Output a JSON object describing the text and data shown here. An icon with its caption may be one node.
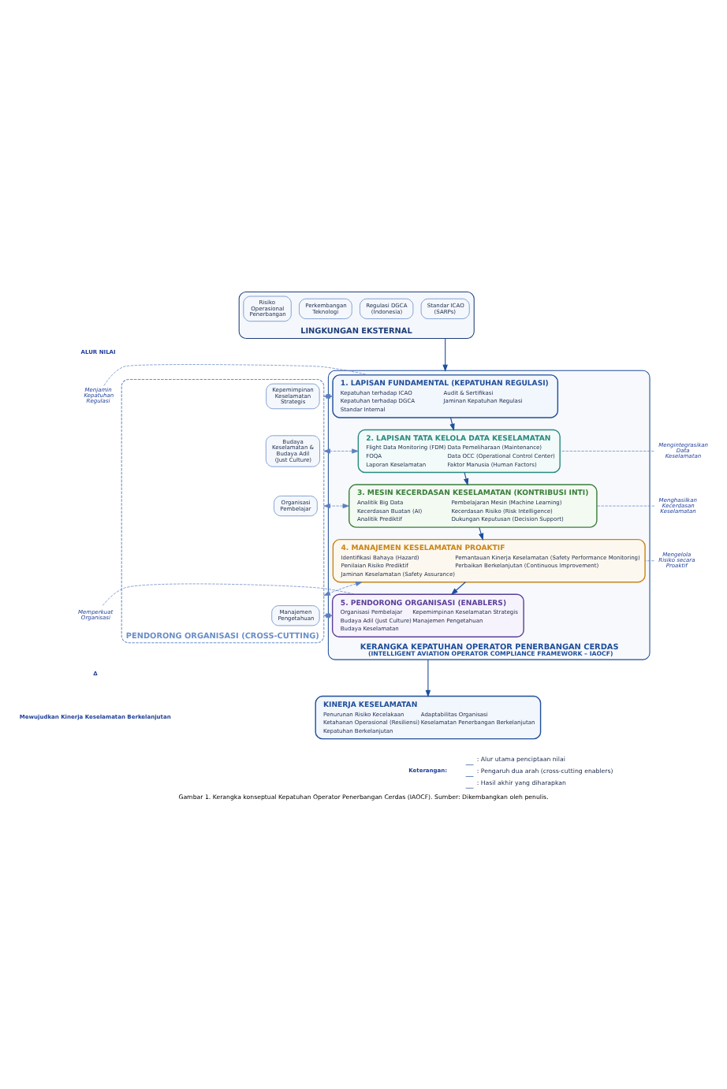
{
  "diagram": {
    "caption": "Gambar 1. Kerangka konseptual Kepatuhan Operator Penerbangan Cerdas (IAOCF). Sumber: Dikembangkan oleh penulis.",
    "nodes": [
      {
        "text": [
          "LINGKUNGAN EKSTERNAL"
        ]
      },
      {
        "text": [
          "Standar ICAO (SARPs)"
        ],
        "in": 0
      },
      {
        "text": [
          "Regulasi DGCA (Indonesia)"
        ],
        "in": 0
      },
      {
        "text": [
          "Perkembangan Teknologi"
        ],
        "in": 0
      },
      {
        "text": [
          "Risiko Operasional Penerbangan"
        ],
        "in": 0
      },
      {
        "text": [
          "KERANGKA KEPATUHAN OPERATOR PENERBANGAN CERDAS",
          "(INTELLIGENT AVIATION OPERATOR COMPLIANCE FRAMEWORK – IAOCF)"
        ]
      },
      {
        "text": [
          "1. LAPISAN FUNDAMENTAL (KEPATUHAN REGULASI)",
          "Kepatuhan terhadap ICAO",
          "Audit & Sertifikasi",
          "Kepatuhan terhadap DGCA",
          "Jaminan Kepatuhan Regulasi",
          "Standar Internal"
        ],
        "in": 5
      },
      {
        "text": [
          "2. LAPISAN TATA KELOLA DATA KESELAMATAN",
          "Flight Data Monitoring (FDM)",
          "Data Pemeliharaan (Maintenance)",
          "FOQA",
          "Data OCC (Operational Control Center)",
          "Laporan Keselamatan",
          "Faktor Manusia (Human Factors)"
        ],
        "in": 5
      },
      {
        "text": [
          "3. MESIN KECERDASAN KESELAMATAN (KONTRIBUSI INTI)",
          "Analitik Big Data",
          "Pembelajaran Mesin (Machine Learning)",
          "Kecerdasan Buatan (AI)",
          "Kecerdasan Risiko (Risk Intelligence)",
          "Analitik Prediktif",
          "Dukungan Keputusan (Decision Support)"
        ],
        "in": 5
      },
      {
        "text": [
          "4. MANAJEMEN KESELAMATAN PROAKTIF",
          "Identifikasi Bahaya (Hazard)",
          "Pemantauan Kinerja Keselamatan (Safety Performance Monitoring)",
          "Penilaian Risiko Prediktif",
          "Perbaikan Berkelanjutan (Continuous Improvement)",
          "Jaminan Keselamatan (Safety Assurance)"
        ],
        "in": 5
      },
      {
        "text": [
          "5. PENDORONG ORGANISASI (ENABLERS)",
          "Organisasi Pembelajar",
          "Kepemimpinan Keselamatan Strategis",
          "Budaya Adil (Just Culture)",
          "Manajemen Pengetahuan",
          "Budaya Keselamatan"
        ],
        "in": 5
      },
      {
        "text": [
          "PENDORONG ORGANISASI (CROSS-CUTTING)"
        ]
      },
      {
        "text": [
          "Kepemimpinan Keselamatan Strategis"
        ],
        "in": 11
      },
      {
        "text": [
          "Budaya Keselamatan & Budaya Adil (Just Culture)"
        ],
        "in": 11
      },
      {
        "text": [
          "Organisasi Pembelajar"
        ],
        "in": 11
      },
      {
        "text": [
          "Manajemen Pengetahuan"
        ],
        "in": 11
      },
      {
        "text": [
          "KINERJA KESELAMATAN",
          "Penurunan Risiko Kecelakaan",
          "Adaptabilitas Organisasi",
          "Ketahanan Operasional (Resiliensi)",
          "Keselamatan Penerbangan Berkelanjutan",
          "Kepatuhan Berkelanjutan"
        ]
      },
      {
        "text": [
          "Menjamin Kepatuhan Regulasi"
        ]
      },
      {
        "text": [
          "Mengintegrasikan Data Keselamatan"
        ]
      },
      {
        "text": [
          "Menghasilkan Kecerdasan Keselamatan"
        ]
      },
      {
        "text": [
          "Mengelola Risiko secara Proaktif"
        ]
      },
      {
        "text": [
          "Memperkuat Organisasi"
        ]
      }
    ],
    "edges": [
      {
        "from": 0,
        "to": 5,
        "arrow": "to"
      },
      {
        "from": 6,
        "to": 7,
        "arrow": "to"
      },
      {
        "from": 7,
        "to": 8,
        "arrow": "to"
      },
      {
        "from": 8,
        "to": 9,
        "arrow": "to"
      },
      {
        "from": 9,
        "to": 10,
        "arrow": "to"
      },
      {
        "from": 5,
        "to": 16,
        "arrow": "to"
      },
      {
        "from": 6,
        "to": 11,
        "arrow": "both",
        "style": "dashed"
      },
      {
        "from": 7,
        "to": 11,
        "arrow": "both",
        "style": "dashed"
      },
      {
        "from": 8,
        "to": 11,
        "arrow": "both",
        "style": "dashed"
      },
      {
        "from": 9,
        "to": 11,
        "arrow": "both",
        "style": "dashed"
      },
      {
        "from": 10,
        "to": 11,
        "arrow": "both",
        "style": "dashed"
      },
      {
        "from": 17,
        "to": 6,
        "arrow": "none",
        "style": "dashed"
      },
      {
        "from": 18,
        "to": 7,
        "arrow": "none",
        "style": "dashed"
      },
      {
        "from": 19,
        "to": 8,
        "arrow": "none",
        "style": "dashed"
      },
      {
        "from": 20,
        "to": 9,
        "arrow": "none",
        "style": "dashed"
      },
      {
        "from": 21,
        "to": 10,
        "arrow": "none",
        "style": "dashed"
      }
    ],
    "labels": [
      "ALUR NILAI",
      "Δ",
      "Mewujudkan Kinerja Keselamatan Berkelanjutan",
      "Keterangan:"
    ],
    "legend": [
      {
        "text": ": Alur utama penciptaan nilai"
      },
      {
        "text": ": Pengaruh dua arah (cross-cutting enablers)"
      },
      {
        "text": ": Hasil akhir yang diharapkan"
      }
    ]
  }
}
